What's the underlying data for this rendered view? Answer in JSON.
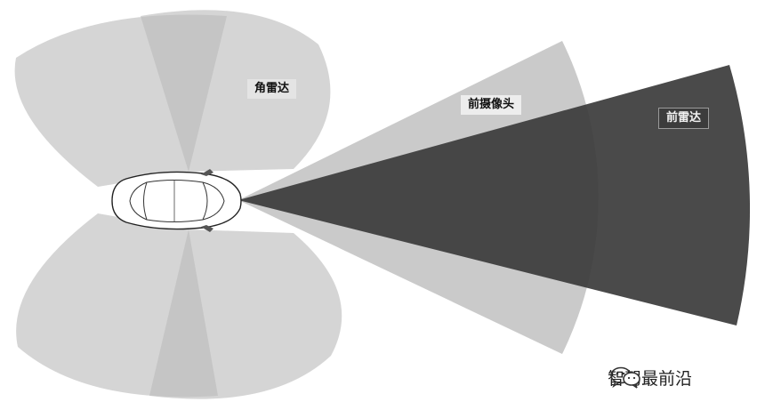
{
  "labels": {
    "corner_radar": "角雷达",
    "front_camera": "前摄像头",
    "front_radar": "前雷达"
  },
  "watermark": {
    "icon": "wechat-icon",
    "text": "智驾最前沿"
  },
  "colors": {
    "corner_radar_zone": "#bcbcbc",
    "front_camera_zone": "#b5b5b5",
    "front_radar_zone": "#3c3c3c",
    "car_body": "#ffffff"
  }
}
